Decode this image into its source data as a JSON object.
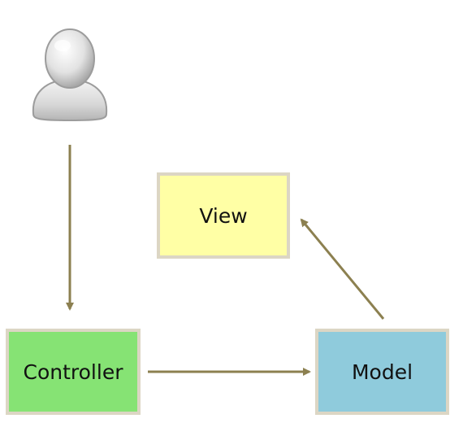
{
  "nodes": {
    "view": {
      "label": "View",
      "color": "#ffffa5"
    },
    "controller": {
      "label": "Controller",
      "color": "#86e374"
    },
    "model": {
      "label": "Model",
      "color": "#8fcbdc"
    }
  },
  "user": {
    "icon": "user-icon"
  },
  "edges": [
    {
      "from": "user",
      "to": "controller"
    },
    {
      "from": "controller",
      "to": "model"
    },
    {
      "from": "model",
      "to": "view"
    }
  ],
  "colors": {
    "arrow": "#8c8050",
    "box_border": "#dcd6c4"
  }
}
